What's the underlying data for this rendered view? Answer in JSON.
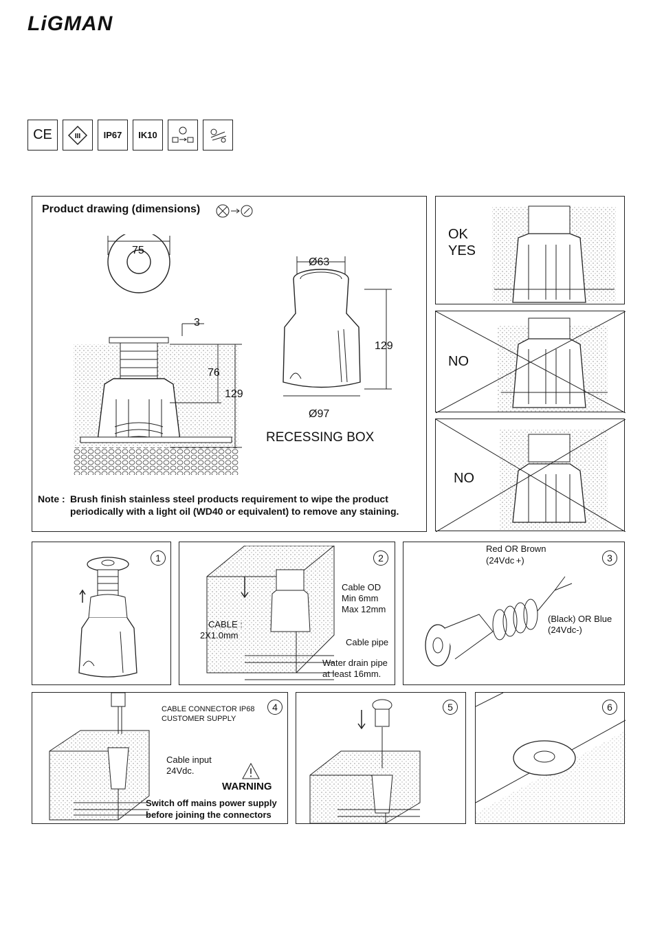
{
  "brand": {
    "logo_text": "LiGMAN"
  },
  "certifications": [
    "CE",
    "III",
    "IP67",
    "IK10",
    "class-tool-icon",
    "tools-icon"
  ],
  "cert_labels": {
    "ce": "CE",
    "ip": "IP67",
    "ik": "IK10"
  },
  "product_drawing": {
    "title": "Product drawing (dimensions)",
    "dim_top_width": "75",
    "dim_flange": "3",
    "dim_depth_body": "76",
    "dim_depth_total": "129",
    "box_top_dia": "Ø63",
    "box_height": "129",
    "box_bottom_dia": "Ø97",
    "box_label": "RECESSING BOX",
    "note_prefix": "Note :",
    "note_line1": "Brush finish stainless steel products requirement to wipe the product",
    "note_line2": "periodically with a light oil (WD40 or equivalent) to remove any staining."
  },
  "install_checks": [
    {
      "label_line1": "OK",
      "label_line2": "YES"
    },
    {
      "label_line1": "NO"
    },
    {
      "label_line1": "NO"
    }
  ],
  "steps": {
    "s1": {
      "num": "1"
    },
    "s2": {
      "num": "2",
      "cable_od_1": "Cable OD",
      "cable_od_2": "Min 6mm",
      "cable_od_3": "Max 12mm",
      "cable_1": "CABLE :",
      "cable_2": "2X1.0mm",
      "cable_pipe": "Cable pipe",
      "drain_1": "Water drain pipe",
      "drain_2": "at least 16mm."
    },
    "s3": {
      "num": "3",
      "red_1": "Red OR Brown",
      "red_2": "(24Vdc +)",
      "black_1": "(Black) OR Blue",
      "black_2": "(24Vdc-)"
    },
    "s4": {
      "num": "4",
      "connector_1": "CABLE CONNECTOR IP68",
      "connector_2": "CUSTOMER SUPPLY",
      "input_1": "Cable input",
      "input_2": "24Vdc.",
      "warning": "WARNING",
      "warn_1": "Switch off mains power supply",
      "warn_2": "before joining the connectors"
    },
    "s5": {
      "num": "5"
    },
    "s6": {
      "num": "6"
    }
  }
}
